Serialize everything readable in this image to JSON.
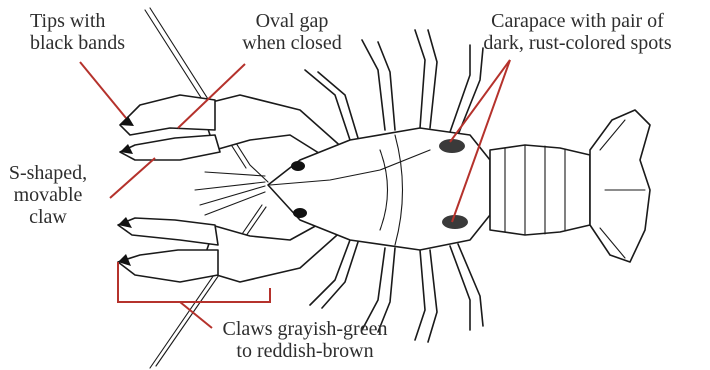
{
  "labels": {
    "tips": [
      "Tips with",
      "black bands"
    ],
    "oval_gap": [
      "Oval gap",
      "when closed"
    ],
    "s_claw": [
      "S-shaped,",
      "movable",
      "claw"
    ],
    "carapace": [
      "Carapace with pair of",
      "dark, rust-colored spots"
    ],
    "claws_color": [
      "Claws grayish-green",
      "to reddish-brown"
    ]
  },
  "colors": {
    "leader_line": "#b5322c",
    "ink": "#1a1a1a",
    "label_text": "#2e2e2e",
    "spots": "#3a3a3a"
  }
}
